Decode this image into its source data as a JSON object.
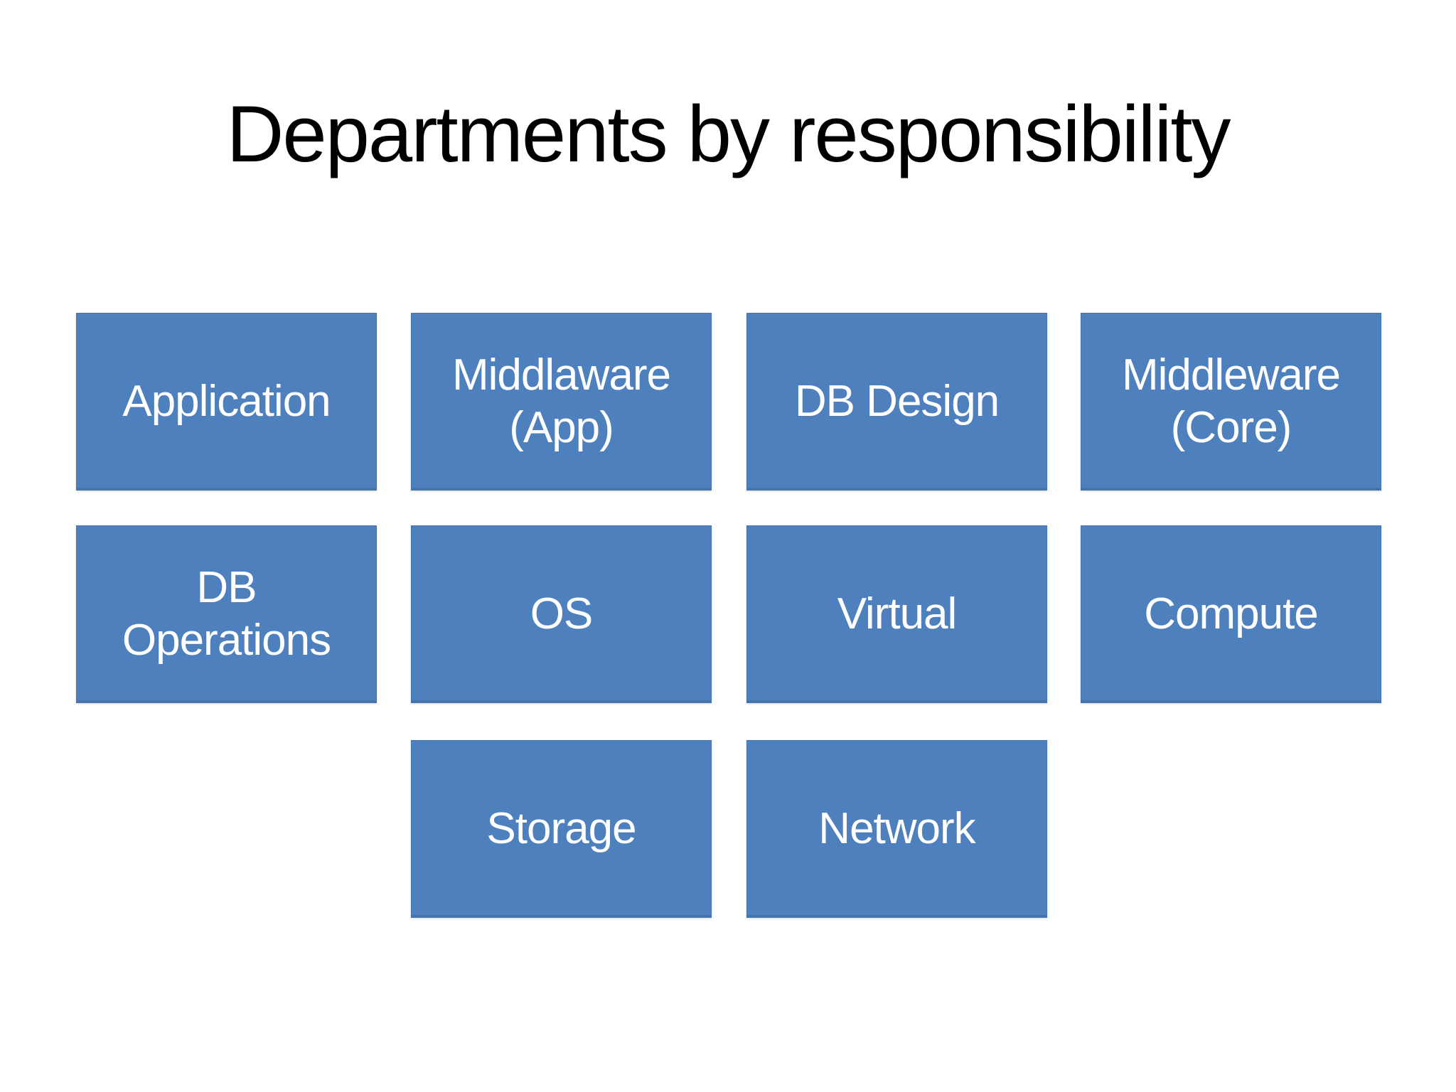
{
  "slide": {
    "title": "Departments by responsibility",
    "colors": {
      "slide_bg": "#ffffff",
      "title_color": "#000000",
      "box_fill": "#4e80bd",
      "box_text": "#ffffff"
    }
  },
  "diagram": {
    "type": "block-grid",
    "columns": 4,
    "rows": 3,
    "boxes": [
      {
        "label": "Application",
        "col": 0,
        "row": 0
      },
      {
        "label": "Middlaware\n(App)",
        "col": 1,
        "row": 0
      },
      {
        "label": "DB Design",
        "col": 2,
        "row": 0
      },
      {
        "label": "Middleware\n(Core)",
        "col": 3,
        "row": 0
      },
      {
        "label": "DB\nOperations",
        "col": 0,
        "row": 1
      },
      {
        "label": "OS",
        "col": 1,
        "row": 1
      },
      {
        "label": "Virtual",
        "col": 2,
        "row": 1
      },
      {
        "label": "Compute",
        "col": 3,
        "row": 1
      },
      {
        "label": "Storage",
        "col": 1,
        "row": 2
      },
      {
        "label": "Network",
        "col": 2,
        "row": 2
      }
    ]
  }
}
